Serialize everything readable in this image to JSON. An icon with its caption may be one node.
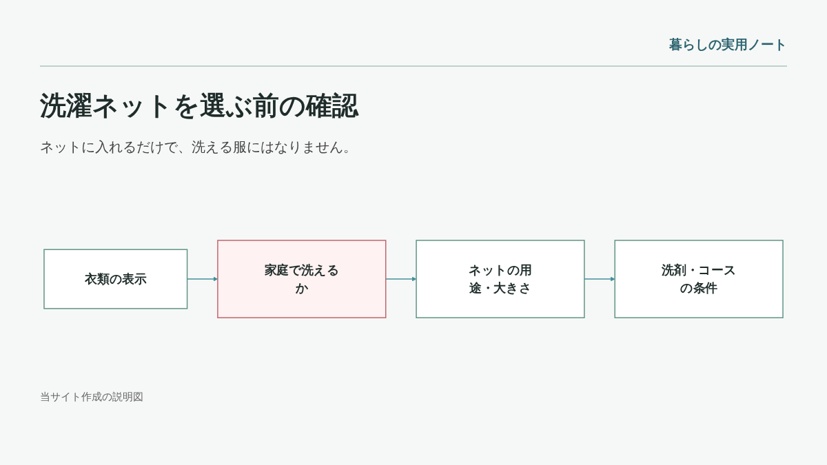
{
  "diagram": {
    "title": "洗濯ネットを選ぶ前の確認",
    "nodes": [
      {
        "text": [
          "衣類の表示"
        ]
      },
      {
        "text": [
          "家庭で洗えるか"
        ]
      },
      {
        "text": [
          "ネットの用途・大きさ"
        ]
      },
      {
        "text": [
          "洗剤・コースの条件"
        ]
      }
    ],
    "edges": [
      {
        "from": 0,
        "to": 1,
        "arrow": "to"
      },
      {
        "from": 1,
        "to": 2,
        "arrow": "to"
      },
      {
        "from": 2,
        "to": 3,
        "arrow": "to"
      }
    ],
    "labels": [
      "暮らしの実用ノート",
      "ネットに入れるだけで、洗える服にはなりません。"
    ],
    "caption": "当サイト作成の説明図"
  }
}
